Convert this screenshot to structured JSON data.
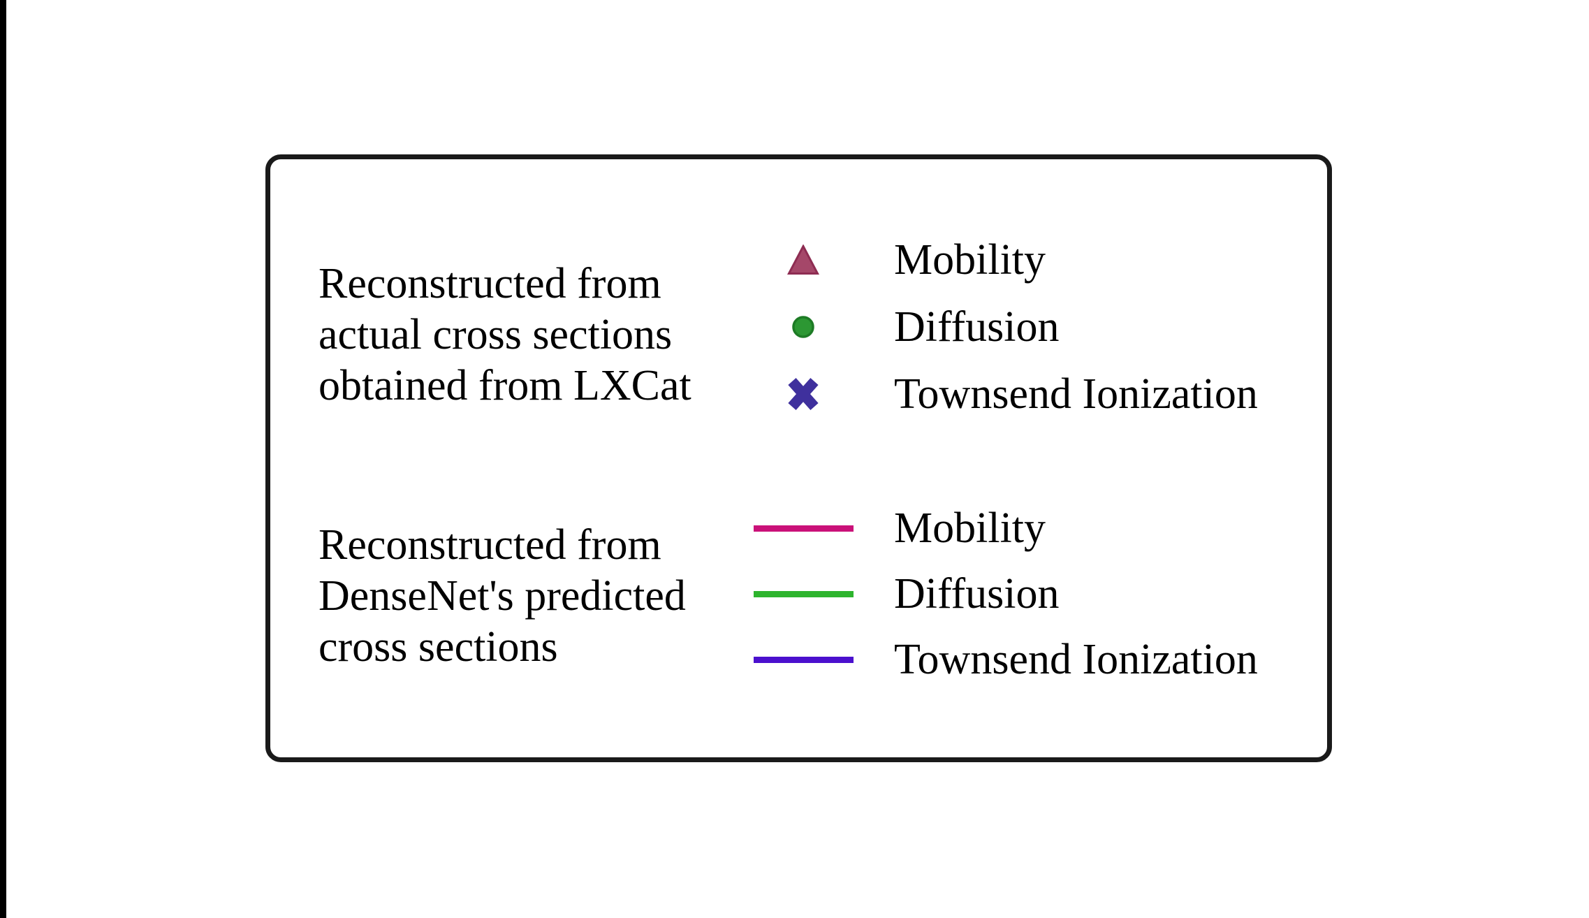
{
  "canvas": {
    "background": "#ffffff",
    "left_bar_color": "#000000"
  },
  "legend": {
    "border_color": "#1a1a1a",
    "background": "#ffffff",
    "groups": [
      {
        "description": {
          "lines": [
            "Reconstructed from",
            "actual cross sections",
            "obtained from LXCat"
          ]
        },
        "entries": [
          {
            "label": "Mobility",
            "marker": "triangle",
            "fill": "#a54769",
            "edge": "#8e2c52"
          },
          {
            "label": "Diffusion",
            "marker": "circle",
            "fill": "#2c9733",
            "edge": "#1d7b25"
          },
          {
            "label": "Townsend Ionization",
            "marker": "x",
            "fill": "#3f309d",
            "edge": "#3f309d"
          }
        ]
      },
      {
        "description": {
          "lines": [
            "Reconstructed from",
            "DenseNet's predicted",
            "cross sections"
          ]
        },
        "entries": [
          {
            "label": "Mobility",
            "marker": "line",
            "fill": "#ca1179"
          },
          {
            "label": "Diffusion",
            "marker": "line",
            "fill": "#2db42d"
          },
          {
            "label": "Townsend Ionization",
            "marker": "line",
            "fill": "#4b10ce"
          }
        ]
      }
    ]
  },
  "chart_data": {
    "type": "legend",
    "title": "",
    "legend_position": "standalone boxed legend, two groups",
    "legend_groups": [
      {
        "source_label": "Reconstructed from actual cross sections obtained from LXCat",
        "entries": [
          {
            "label": "Mobility",
            "marker": "triangle",
            "color": "#a54769"
          },
          {
            "label": "Diffusion",
            "marker": "circle",
            "color": "#2c9733"
          },
          {
            "label": "Townsend Ionization",
            "marker": "x",
            "color": "#3f309d"
          }
        ]
      },
      {
        "source_label": "Reconstructed from DenseNet's predicted cross sections",
        "entries": [
          {
            "label": "Mobility",
            "marker": "line",
            "color": "#ca1179"
          },
          {
            "label": "Diffusion",
            "marker": "line",
            "color": "#2db42d"
          },
          {
            "label": "Townsend Ionization",
            "marker": "line",
            "color": "#4b10ce"
          }
        ]
      }
    ]
  }
}
